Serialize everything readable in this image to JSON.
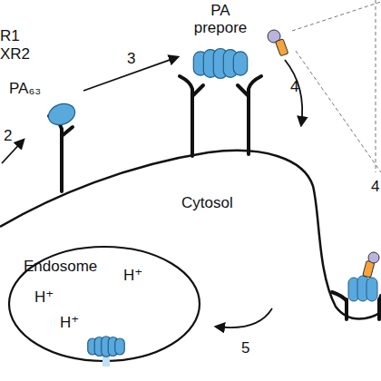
{
  "diagram": {
    "nodes": [
      {
        "text": [
          "PA₆₃"
        ]
      },
      {
        "text": [
          "PA prepore"
        ]
      },
      {
        "text": [
          "Endosome",
          "H⁺",
          "H⁺",
          "H⁺"
        ]
      }
    ],
    "edges": [
      {
        "from": 0,
        "to": 1,
        "label": "3",
        "arrow": "to"
      }
    ],
    "labels": [
      "R1",
      "XR2",
      "2",
      "4",
      "Cytosol",
      "5",
      "4"
    ]
  }
}
